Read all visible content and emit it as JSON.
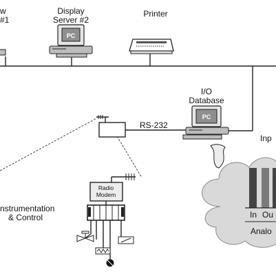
{
  "nodes": {
    "left_server": {
      "line1": "w",
      "line2": "#1"
    },
    "display_server_2": {
      "line1": "Display",
      "line2": "Server #2",
      "screen": "PC"
    },
    "printer": {
      "label": "Printer"
    },
    "io_database": {
      "line1": "I/O",
      "line2": "Database",
      "screen": "PC"
    },
    "rs232": {
      "label": "RS-232"
    },
    "inputs_fragment": {
      "label": "Inp"
    },
    "radio_modem": {
      "line1": "Radio",
      "line2": "Modem"
    },
    "instrumentation": {
      "line1": "nstrumentation",
      "line2": "& Control"
    },
    "cloud": {
      "in_label": "In",
      "out_label": "Ou",
      "bottom_label": "Analo"
    }
  },
  "colors": {
    "ink": "#222222",
    "screen": "#8f8f8f",
    "cloud": "#d9d9d9",
    "bar_dark": "#444444",
    "bar_mid": "#7a7a7a"
  }
}
